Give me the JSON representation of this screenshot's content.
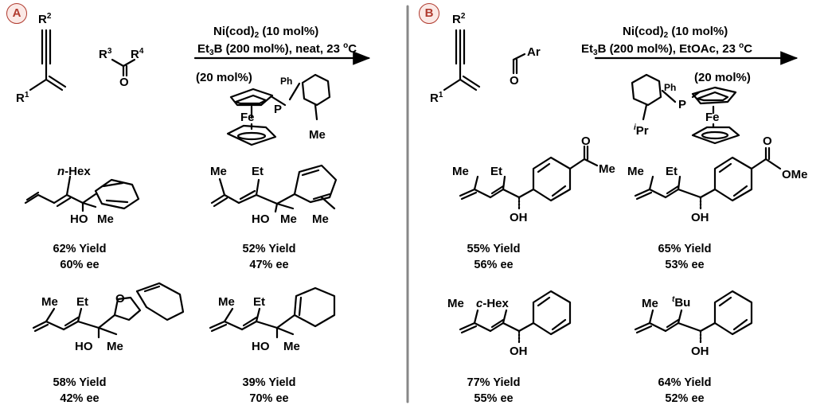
{
  "panel_a": {
    "badge": "A",
    "conditions": {
      "catalyst": "Ni(cod)",
      "catalyst_sub": "2",
      "catalyst_rest": " (10 mol%)",
      "reductant": "Et",
      "reductant_sub": "3",
      "reductant_rest": "B (200 mol%), neat, 23 ",
      "temp_unit_sup": "o",
      "temp_unit": "C",
      "ligand_loading": "(20 mol%)",
      "ligand_ph": "Ph",
      "ligand_p": "P",
      "ligand_fe": "Fe",
      "ligand_me": "Me"
    },
    "reactants": {
      "r2": "R",
      "r2_sup": "2",
      "r1": "R",
      "r1_sup": "1",
      "r3": "R",
      "r3_sup": "3",
      "r4": "R",
      "r4_sup": "4",
      "o": "O"
    },
    "products": [
      {
        "sub1_prefix": "n",
        "sub1": "-Hex",
        "oh": "HO",
        "me": "Me",
        "yield": "62% Yield",
        "ee": "60% ee"
      },
      {
        "sub0": "Me",
        "sub1": "Et",
        "oh": "HO",
        "me": "Me",
        "me2": "Me",
        "yield": "52% Yield",
        "ee": "47% ee"
      },
      {
        "sub0": "Me",
        "sub1": "Et",
        "oh": "HO",
        "me": "Me",
        "o": "O",
        "yield": "58% Yield",
        "ee": "42% ee"
      },
      {
        "sub0": "Me",
        "sub1": "Et",
        "oh": "HO",
        "me": "Me",
        "yield": "39% Yield",
        "ee": "70% ee"
      }
    ]
  },
  "panel_b": {
    "badge": "B",
    "conditions": {
      "catalyst": "Ni(cod)",
      "catalyst_sub": "2",
      "catalyst_rest": " (10 mol%)",
      "reductant": "Et",
      "reductant_sub": "3",
      "reductant_rest": "B (200 mol%), EtOAc, 23 ",
      "temp_unit_sup": "o",
      "temp_unit": "C",
      "ligand_loading": "(20 mol%)",
      "ligand_ph": "Ph",
      "ligand_p": "P",
      "ligand_fe": "Fe",
      "ligand_ipr_sup": "i",
      "ligand_ipr": "Pr"
    },
    "reactants": {
      "r2": "R",
      "r2_sup": "2",
      "r1": "R",
      "r1_sup": "1",
      "ar": "Ar",
      "o": "O"
    },
    "products": [
      {
        "sub0": "Me",
        "sub1": "Et",
        "oh": "OH",
        "o": "O",
        "acyl": "Me",
        "yield": "55% Yield",
        "ee": "56% ee"
      },
      {
        "sub0": "Me",
        "sub1": "Et",
        "oh": "OH",
        "o": "O",
        "ester": "OMe",
        "yield": "65% Yield",
        "ee": "53% ee"
      },
      {
        "sub0": "Me",
        "sub1_prefix": "c",
        "sub1": "-Hex",
        "oh": "OH",
        "yield": "77% Yield",
        "ee": "55% ee"
      },
      {
        "sub0": "Me",
        "sub1_sup": "t",
        "sub1": "Bu",
        "oh": "OH",
        "yield": "64% Yield",
        "ee": "52% ee"
      }
    ]
  }
}
